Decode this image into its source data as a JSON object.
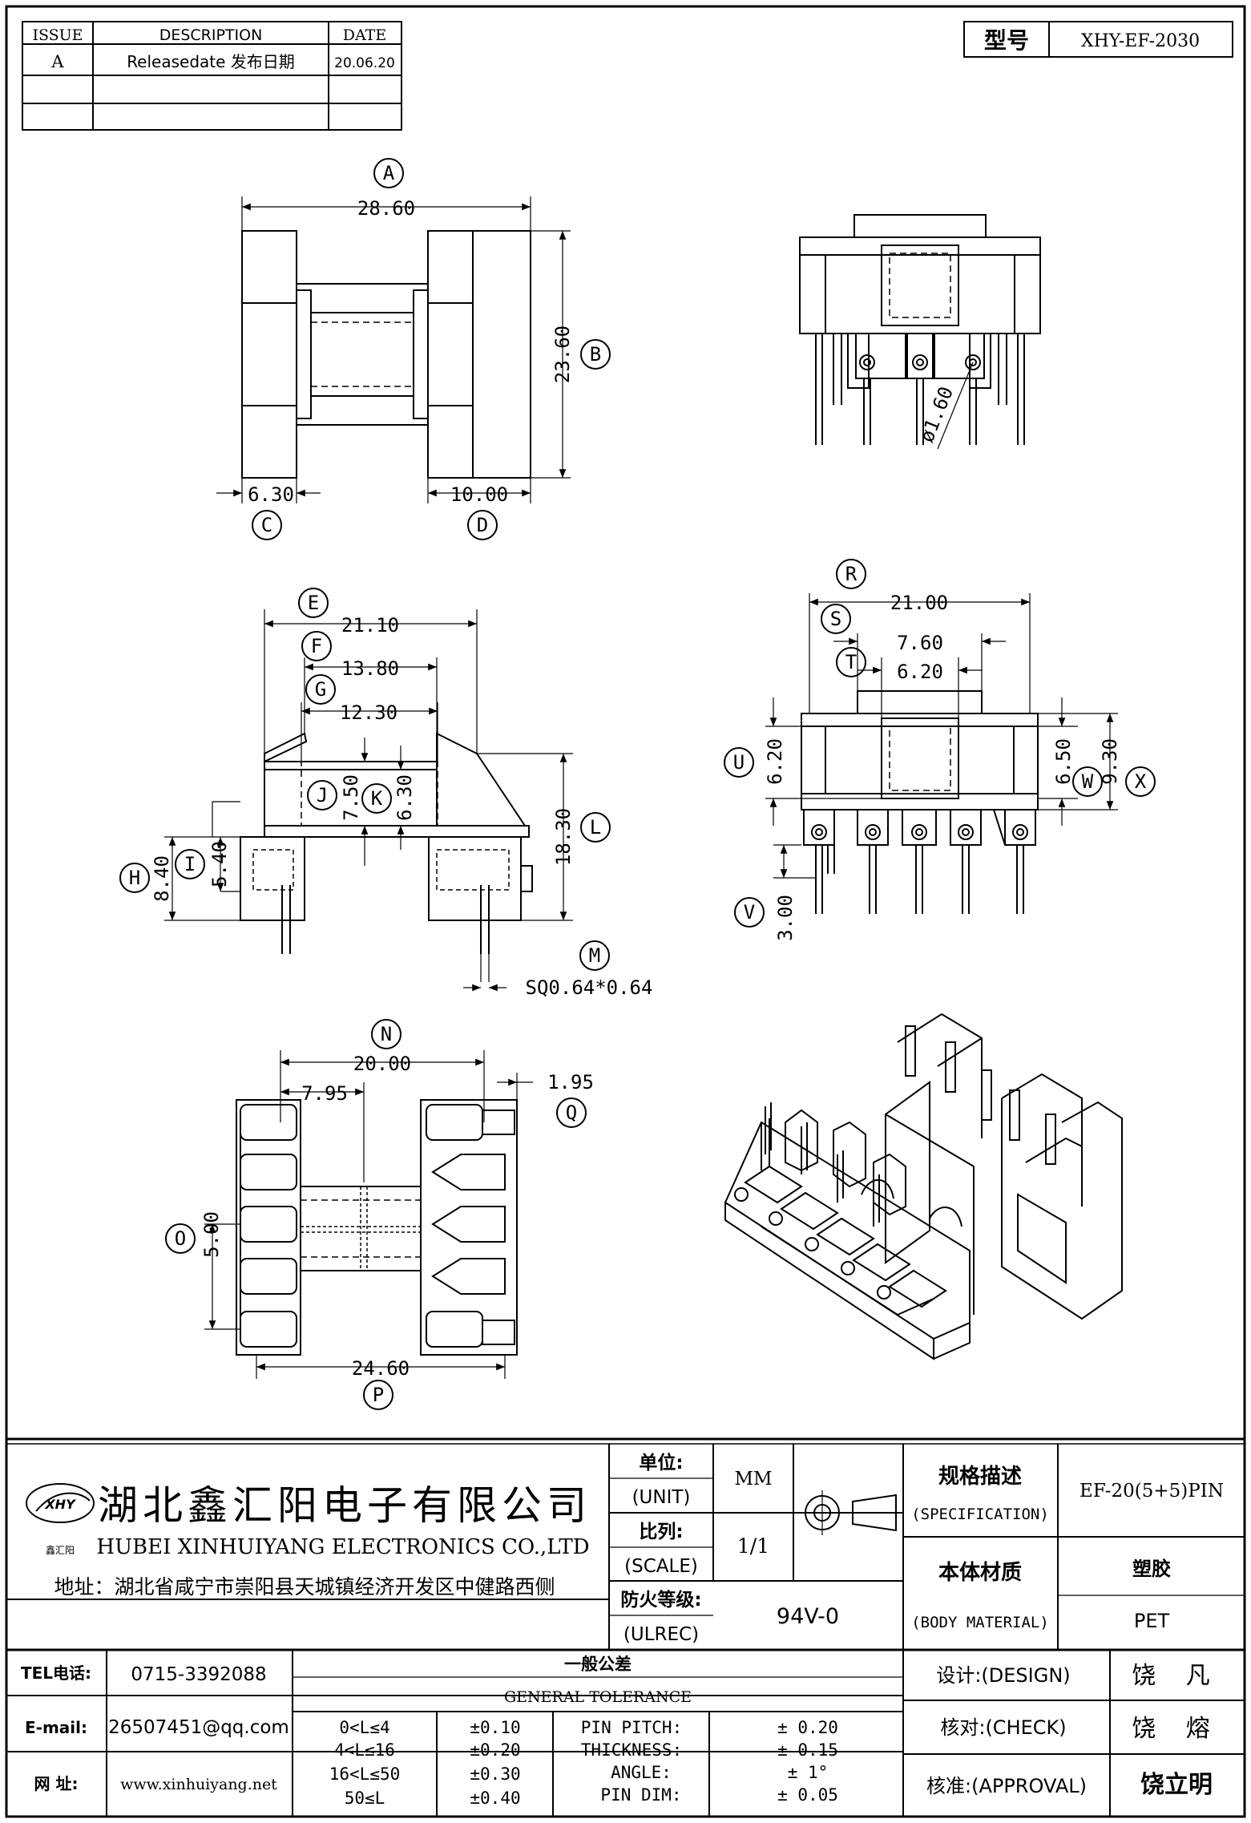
{
  "revision_table": {
    "headers": [
      "ISSUE",
      "DESCRIPTION",
      "DATE"
    ],
    "rows": [
      {
        "issue": "A",
        "description": "Releasedate 发布日期",
        "date": "20.06.20"
      }
    ]
  },
  "model": {
    "label": "型号",
    "value": "XHY-EF-2030"
  },
  "front_view": {
    "width": {
      "letter": "A",
      "value": "28.60"
    },
    "height": {
      "letter": "B",
      "value": "23.60"
    },
    "flange": {
      "letter": "C",
      "value": "6.30"
    },
    "depth": {
      "letter": "D",
      "value": "10.00"
    }
  },
  "end_view_top": {
    "pin_dia": "ø1.60"
  },
  "side_view": {
    "E": {
      "letter": "E",
      "value": "21.10"
    },
    "F": {
      "letter": "F",
      "value": "13.80"
    },
    "G": {
      "letter": "G",
      "value": "12.30"
    },
    "J": {
      "letter": "J",
      "value": "7.50"
    },
    "K": {
      "letter": "K",
      "value": "6.30"
    },
    "L": {
      "letter": "L",
      "value": "18.30"
    },
    "H": {
      "letter": "H",
      "value": "8.40"
    },
    "I": {
      "letter": "I",
      "value": "5.40"
    },
    "M": {
      "letter": "M",
      "value": "SQ0.64*0.64"
    }
  },
  "end_view_bottom": {
    "R": {
      "letter": "R",
      "value": "21.00"
    },
    "S": {
      "letter": "S",
      "value": "7.60"
    },
    "T": {
      "letter": "T",
      "value": "6.20"
    },
    "U": {
      "letter": "U",
      "value": "6.20"
    },
    "W": {
      "letter": "W",
      "value": "6.50"
    },
    "X": {
      "letter": "X",
      "value": "9.30"
    },
    "V": {
      "letter": "V",
      "value": "3.00"
    }
  },
  "bottom_view": {
    "N": {
      "letter": "N",
      "value": "20.00"
    },
    "offset": "7.95",
    "Q": {
      "letter": "Q",
      "value": "1.95"
    },
    "O": {
      "letter": "O",
      "value": "5.00"
    },
    "P": {
      "letter": "P",
      "value": "24.60"
    }
  },
  "title_block": {
    "company_cn": "湖北鑫汇阳电子有限公司",
    "company_en": "HUBEI XINHUIYANG ELECTRONICS CO.,LTD",
    "logo_text": "XHY",
    "logo_sub": "鑫汇阳",
    "address": "地址：湖北省咸宁市崇阳县天城镇经济开发区中健路西侧",
    "unit_cn": "单位:",
    "unit_en": "(UNIT)",
    "unit_value": "MM",
    "scale_cn": "比列:",
    "scale_en": "(SCALE)",
    "scale_value": "1/1",
    "ulrec_cn": "防火等级:",
    "ulrec_en": "(ULREC)",
    "ulrec_value": "94V-0",
    "spec_cn": "规格描述",
    "spec_en": "(SPECIFICATION)",
    "spec_value": "EF-20(5+5)PIN",
    "material_cn": "本体材质",
    "material_en": "(BODY MATERIAL)",
    "material_value_cn": "塑胶",
    "material_value": "PET",
    "tel_label": "TEL电话:",
    "tel": "0715-3392088",
    "email_label": "E-mail:",
    "email": "26507451@qq.com",
    "web_label": "网 址:",
    "web": "www.xinhuiyang.net",
    "tolerance_cn": "一般公差",
    "tolerance_en": "GENERAL TOLERANCE",
    "tolerances": [
      {
        "range": "0<L≤4",
        "tol": "±0.10",
        "item": "PIN PITCH:",
        "val": "± 0.20"
      },
      {
        "range": "4<L≤16",
        "tol": "±0.20",
        "item": "THICKNESS:",
        "val": "± 0.15"
      },
      {
        "range": "16<L≤50",
        "tol": "±0.30",
        "item": "ANGLE:",
        "val": "± 1°"
      },
      {
        "range": "50≤L",
        "tol": "±0.40",
        "item": "PIN DIM:",
        "val": "± 0.05"
      }
    ],
    "design_label": "设计:(DESIGN)",
    "design_name": "饶 凡",
    "check_label": "核对:(CHECK)",
    "check_name": "饶 熔",
    "approval_label": "核准:(APPROVAL)",
    "approval_name": "饶立明"
  }
}
